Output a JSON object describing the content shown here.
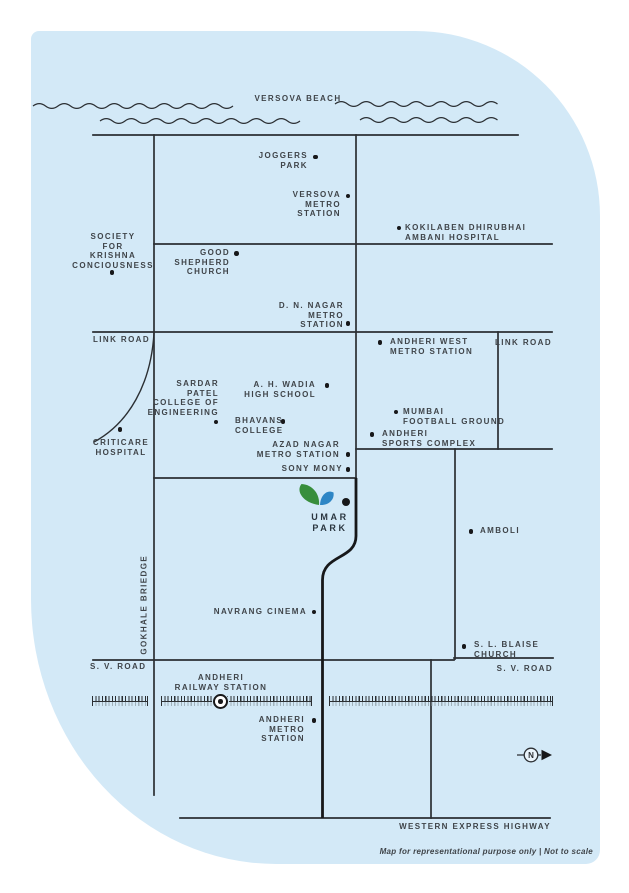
{
  "map": {
    "beach_label": "VERSOVA BEACH",
    "roads": {
      "link_road_left": "LINK ROAD",
      "link_road_right": "LINK ROAD",
      "sv_road_left": "S. V. ROAD",
      "sv_road_right": "S. V. ROAD",
      "gokhale_bridge": "GOKHALE BRIEDGE",
      "western_express_highway": "WESTERN EXPRESS HIGHWAY"
    },
    "places": {
      "joggers_park": "JOGGERS\nPARK",
      "versova_metro": "VERSOVA\nMETRO\nSTATION",
      "kokilaben": "KOKILABEN DHIRUBHAI\nAMBANI HOSPITAL",
      "society": "SOCIETY\nFOR\nKRISHNA\nCONCIOUSNESS",
      "good_shepherd": "GOOD\nSHEPHERD\nCHURCH",
      "dn_nagar_metro": "D. N. NAGAR\nMETRO\nSTATION",
      "andheri_west_metro": "ANDHERI WEST\nMETRO STATION",
      "sardar_patel": "SARDAR\nPATEL\nCOLLEGE OF\nENGINEERING",
      "ah_wadia": "A. H. WADIA\nHIGH SCHOOL",
      "mumbai_football": "MUMBAI\nFOOTBALL GROUND",
      "bhavans": "BHAVANS\nCOLLEGE",
      "andheri_sports": "ANDHERI\nSPORTS COMPLEX",
      "criticare": "CRITICARE\nHOSPITAL",
      "azad_nagar_metro": "AZAD NAGAR\nMETRO STATION",
      "sony_mony": "SONY MONY",
      "amboli": "AMBOLI",
      "navrang_cinema": "NAVRANG CINEMA",
      "sl_blaise": "S. L. BLAISE\nCHURCH",
      "andheri_railway": "ANDHERI\nRAILWAY STATION",
      "andheri_metro": "ANDHERI\nMETRO\nSTATION"
    },
    "project": {
      "name": "UMAR\nPARK"
    },
    "compass": {
      "north": "N"
    },
    "footer": "Map for representational purpose only | Not to scale",
    "colors": {
      "background": "#d3e9f7",
      "road": "#2b2f33",
      "text": "#3f4449",
      "leaf_green": "#388e3c",
      "leaf_blue": "#2e86c5",
      "marker": "#17181a"
    }
  }
}
